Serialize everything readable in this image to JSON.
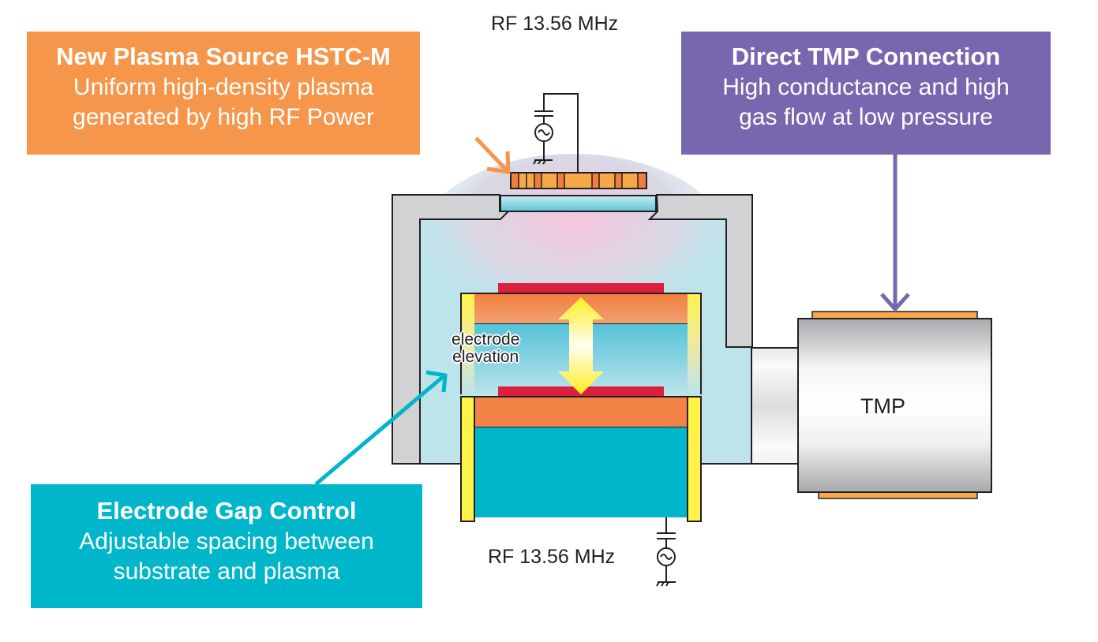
{
  "callouts": {
    "plasma_source": {
      "title": "New Plasma Source HSTC-M",
      "line1": "Uniform high-density plasma",
      "line2": "generated by high RF Power",
      "color": "#f5964a"
    },
    "tmp_connection": {
      "title": "Direct TMP Connection",
      "line1": "High conductance and high",
      "line2": "gas flow at low pressure",
      "color": "#7867af"
    },
    "gap_control": {
      "title": "Electrode Gap Control",
      "line1": "Adjustable spacing between",
      "line2": "substrate and plasma",
      "color": "#00b6cb"
    }
  },
  "labels": {
    "rf_top": "RF 13.56 MHz",
    "rf_bottom": "RF 13.56 MHz",
    "tmp": "TMP",
    "elevation_line1": "electrode",
    "elevation_line2": "elevation"
  },
  "colors": {
    "chamber_wall": "#d1d2d4",
    "chamber_interior": "#bde4eb",
    "electrode_orange": "#f28245",
    "electrode_red": "#dc1f3c",
    "base_teal": "#00b6cb",
    "insulator_yellow": "#fff34a",
    "coil_orange": "#f7a94a",
    "coil_dark": "#f07e3e",
    "window_blue": "#7fd0de",
    "plasma_pink": "#f6c6dc",
    "outline": "#231f20"
  }
}
